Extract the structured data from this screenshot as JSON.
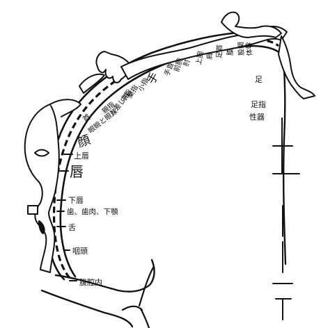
{
  "labels": {
    "leg": "体幹",
    "hip": "股関",
    "knee": "膝",
    "ankle": "足首",
    "shoulder": "肩",
    "elbow": "肘",
    "upper_arm": "上腕",
    "forearm": "前腕",
    "wrist": "手首",
    "hand": "手",
    "foot": "足",
    "toes": "足指",
    "genitals": "性器",
    "little_finger": "小指",
    "ring_finger": "薬指",
    "middle_finger": "中指",
    "index_finger": "人差し指",
    "thumb": "親指",
    "neck": "首",
    "eye": "眼瞼と眼球",
    "face": "顔",
    "upper_lip": "上唇",
    "lips": "唇",
    "lower_lip": "下唇",
    "teeth": "歯、歯肉、下顎",
    "tongue": "舌",
    "pharynx": "咽頭",
    "abdominal": "腹腔内"
  },
  "colors": {
    "ink": "#111111",
    "background": "#ffffff"
  }
}
